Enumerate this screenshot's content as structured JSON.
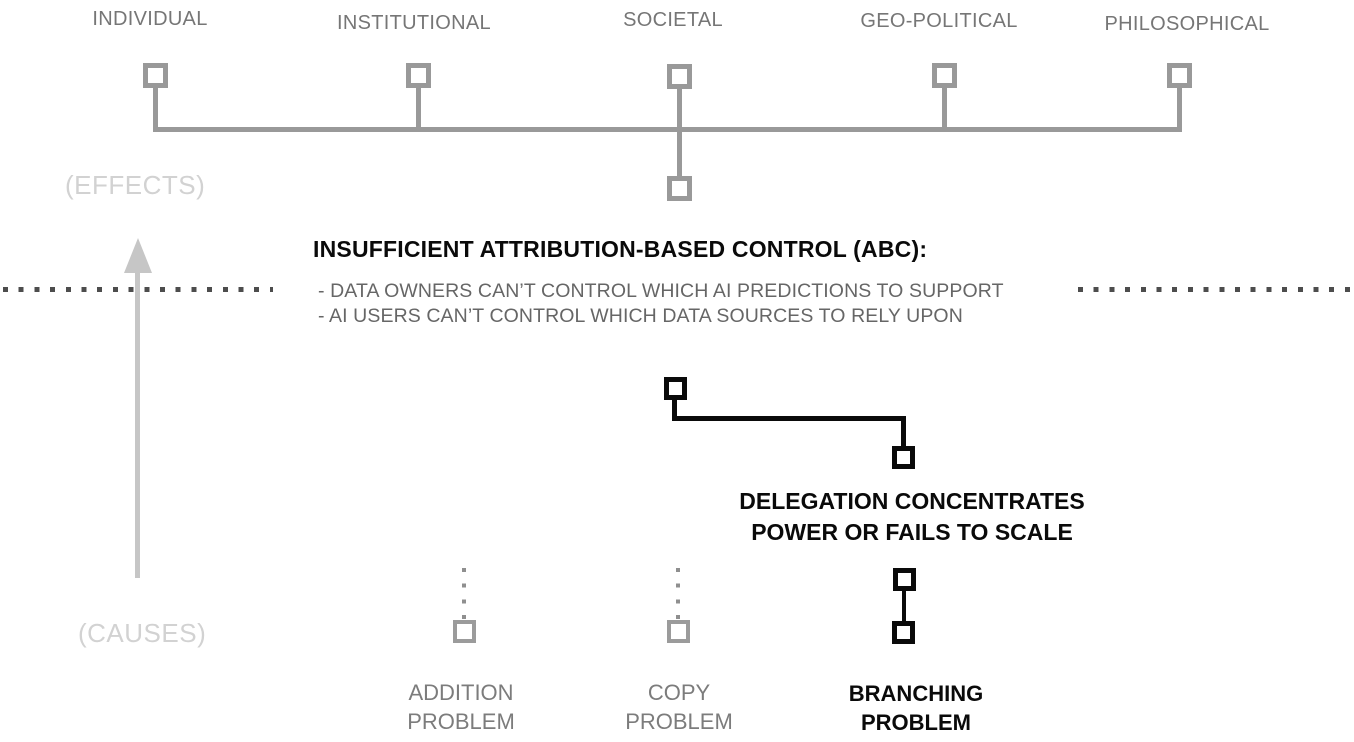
{
  "colors": {
    "structure_gray": "#999999",
    "label_gray": "#767676",
    "faint_axis_gray": "#d2d2d2",
    "arrow_gray": "#c6c6c6",
    "divider_dot_gray": "#4d4d4d",
    "body_text_gray": "#666666",
    "emphasis_black": "#0a0a0a"
  },
  "axes": {
    "effects_label": "(EFFECTS)",
    "causes_label": "(CAUSES)"
  },
  "levels": [
    {
      "label": "INDIVIDUAL"
    },
    {
      "label": "INSTITUTIONAL"
    },
    {
      "label": "SOCIETAL"
    },
    {
      "label": "GEO-POLITICAL"
    },
    {
      "label": "PHILOSOPHICAL"
    }
  ],
  "central": {
    "title": "INSUFFICIENT ATTRIBUTION-BASED CONTROL (ABC):",
    "bullets": [
      "- DATA OWNERS CAN’T CONTROL WHICH AI PREDICTIONS TO SUPPORT",
      "- AI USERS CAN’T CONTROL WHICH DATA SOURCES TO RELY UPON"
    ]
  },
  "delegation": {
    "label": "DELEGATION CONCENTRATES\nPOWER OR FAILS TO SCALE"
  },
  "problems": [
    {
      "label": "ADDITION\nPROBLEM",
      "emphasis": "gray"
    },
    {
      "label": "COPY\nPROBLEM",
      "emphasis": "gray"
    },
    {
      "label": "BRANCHING\nPROBLEM",
      "emphasis": "black"
    }
  ]
}
